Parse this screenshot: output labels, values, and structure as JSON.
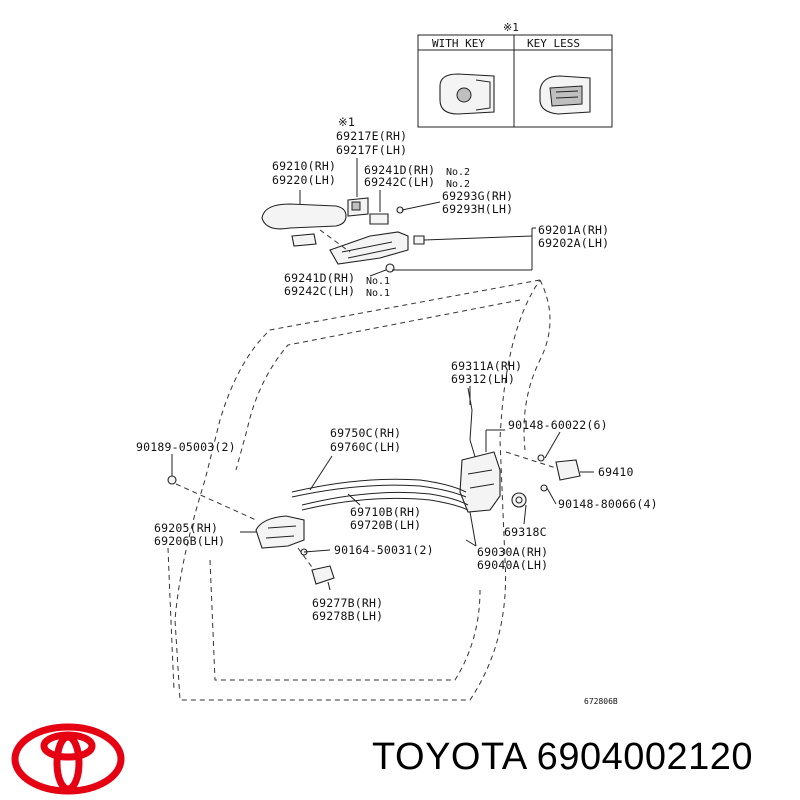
{
  "legend": {
    "mark": "※1",
    "col_with_key": "WITH KEY",
    "col_key_less": "KEY LESS"
  },
  "callouts": {
    "mark_1": "※1",
    "p69217e": "69217E(RH)",
    "p69217f": "69217F(LH)",
    "p69210": "69210(RH)",
    "p69220": "69220(LH)",
    "p69241d_top": "69241D(RH)",
    "p69242c_top": "69242C(LH)",
    "no2_a": "No.2",
    "no2_b": "No.2",
    "p69293g": "69293G(RH)",
    "p69293h": "69293H(LH)",
    "p69201a": "69201A(RH)",
    "p69202a": "69202A(LH)",
    "p69241d_bot": "69241D(RH)",
    "p69242c_bot": "69242C(LH)",
    "no1_a": "No.1",
    "no1_b": "No.1",
    "p69311a": "69311A(RH)",
    "p69312": "69312(LH)",
    "p90148_60022": "90148-60022(6)",
    "p90189": "90189-05003(2)",
    "p69750c": "69750C(RH)",
    "p69760c": "69760C(LH)",
    "p69410": "69410",
    "p90148_80066": "90148-80066(4)",
    "p69710b": "69710B(RH)",
    "p69720b": "69720B(LH)",
    "p69318c": "69318C",
    "p69205": "69205(RH)",
    "p69206b": "69206B(LH)",
    "p90164": "90164-50031(2)",
    "p69030a": "69030A(RH)",
    "p69040a": "69040A(LH)",
    "p69277b": "69277B(RH)",
    "p69278b": "69278B(LH)",
    "drawing_no": "672806B"
  },
  "brand": {
    "text": "TOYOTA 6904002120",
    "logo_color": "#e50012"
  }
}
